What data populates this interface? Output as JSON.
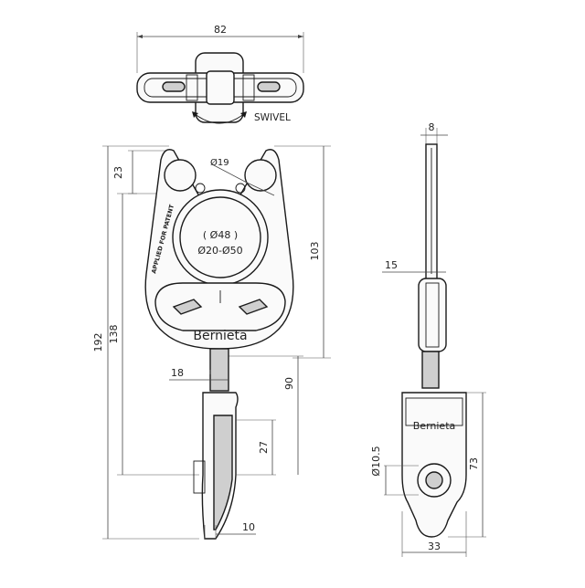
{
  "labels": {
    "swivel": "SWIVEL",
    "patent": "APPLIED FOR PATENT",
    "brand": "Bernieta",
    "brand_side": "Bernieta",
    "inner_diameter": "( Ø48 )",
    "range_diameter": "Ø20-Ø50",
    "hole_diameter": "Ø19",
    "pin_diameter": "Ø10.5"
  },
  "dimensions": {
    "top_width": "82",
    "side_thickness": "8",
    "ear_height": "23",
    "body_height": "103",
    "side_15": "15",
    "total_138": "138",
    "total_192": "192",
    "neck_18": "18",
    "hook_90": "90",
    "hook_27": "27",
    "hook_10": "10",
    "side_73": "73",
    "side_33": "33"
  }
}
